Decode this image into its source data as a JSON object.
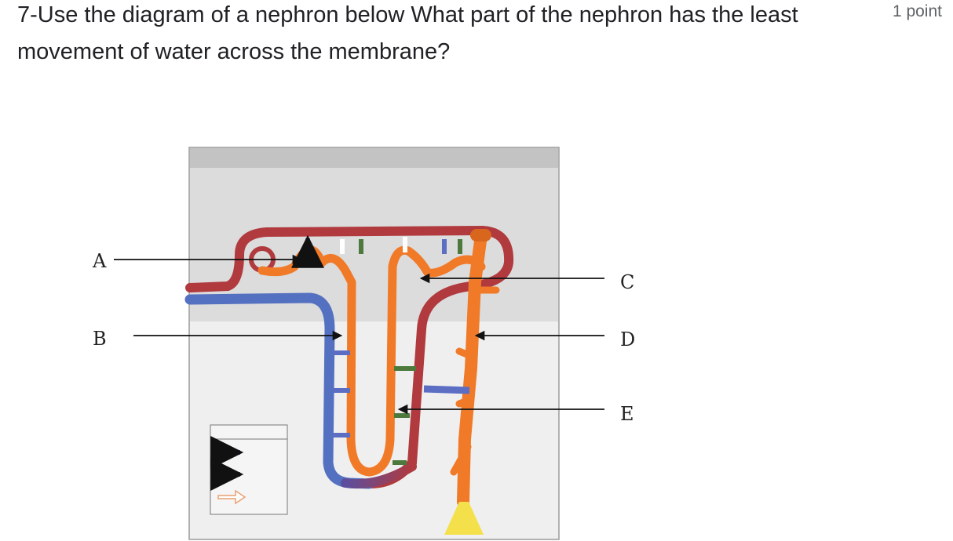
{
  "question": {
    "text": "7-Use the diagram of a nephron below What part of the nephron has the least movement of water across the membrane?",
    "points": "1 point"
  },
  "diagram": {
    "labels": {
      "a": "A",
      "b": "B",
      "c": "C",
      "d": "D",
      "e": "E"
    },
    "colors": {
      "artery": "#b03a3e",
      "vein": "#5470c0",
      "tubule": "#f07a28",
      "cortex": "#dcdcdc",
      "medulla": "#efefef",
      "header": "#c3c3c3",
      "water_arrow": "#5b6ec4",
      "salt_arrow": "#4d7a3c",
      "other_arrow": "#ffffff"
    },
    "legend_icons": [
      "blue-arrow-icon",
      "green-arrow-icon",
      "outline-arrow-icon"
    ]
  }
}
